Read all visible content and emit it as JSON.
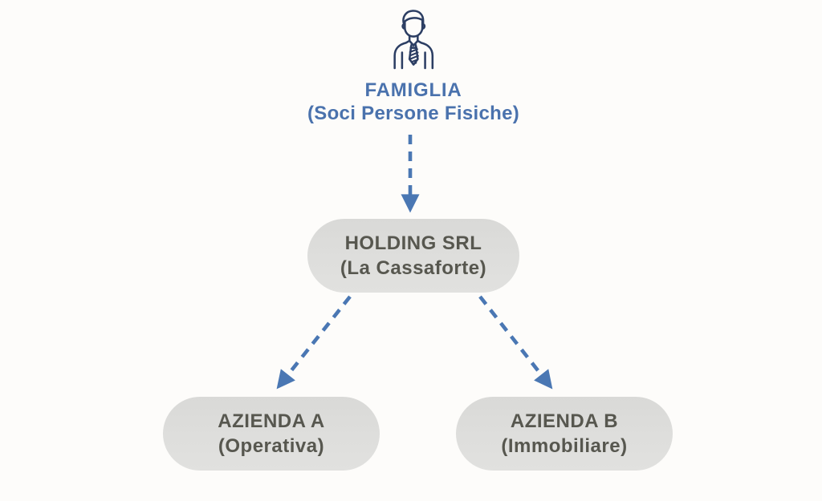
{
  "canvas": {
    "background": "#fdfcfa"
  },
  "family": {
    "icon": "businessman-icon",
    "title": "FAMIGLIA",
    "subtitle": "(Soci Persone Fisiche)",
    "text_color": "#4a72ad"
  },
  "holding": {
    "title": "HOLDING SRL",
    "subtitle": "(La Cassaforte)"
  },
  "company_a": {
    "title": "AZIENDA A",
    "subtitle": "(Operativa)"
  },
  "company_b": {
    "title": "AZIENDA B",
    "subtitle": "(Immobiliare)"
  },
  "nodes": {
    "background": "#dcdcda",
    "text_color": "#57574f",
    "shape": "pill"
  },
  "arrows": {
    "color": "#4a77b3",
    "style": "dashed",
    "items": [
      {
        "from": "family",
        "to": "holding"
      },
      {
        "from": "holding",
        "to": "company_a"
      },
      {
        "from": "holding",
        "to": "company_b"
      }
    ]
  }
}
